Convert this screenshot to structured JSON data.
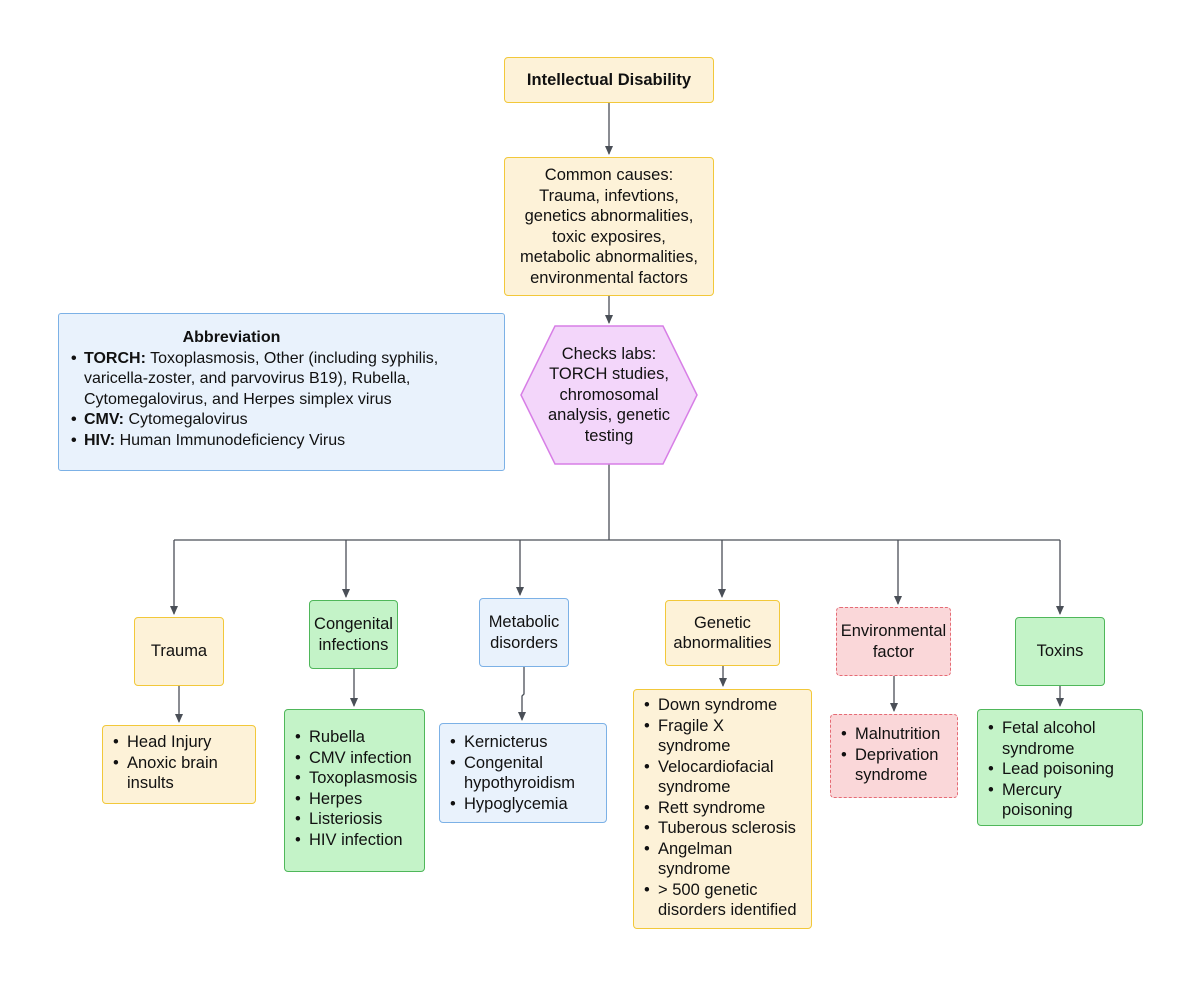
{
  "root": {
    "label": "Intellectual Disability"
  },
  "causes": {
    "lines": [
      "Common causes:",
      "Trauma, infevtions,",
      "genetics abnormalities,",
      "toxic exposires,",
      "metabolic abnormalities,",
      "environmental factors"
    ]
  },
  "labs": {
    "lines": [
      "Checks labs:",
      "TORCH studies,",
      "chromosomal",
      "analysis, genetic",
      "testing"
    ]
  },
  "abbreviation": {
    "title": "Abbreviation",
    "items": [
      {
        "term": "TORCH:",
        "lines": [
          "Toxoplasmosis, Other (including syphilis,",
          "varicella-zoster, and parvovirus B19), Rubella,",
          "Cytomegalovirus, and Herpes simplex virus"
        ]
      },
      {
        "term": "CMV:",
        "lines": [
          "Cytomegalovirus"
        ]
      },
      {
        "term": "HIV:",
        "lines": [
          "Human Immunodeficiency Virus"
        ]
      }
    ]
  },
  "categories": [
    {
      "key": "trauma",
      "label_lines": [
        "Trauma"
      ],
      "items": [
        [
          "Head Injury"
        ],
        [
          "Anoxic brain",
          "insults"
        ]
      ]
    },
    {
      "key": "congenital",
      "label_lines": [
        "Congenital",
        "infections"
      ],
      "items": [
        [
          "Rubella"
        ],
        [
          "CMV infection"
        ],
        [
          "Toxoplasmosis"
        ],
        [
          "Herpes"
        ],
        [
          "Listeriosis"
        ],
        [
          "HIV infection"
        ]
      ]
    },
    {
      "key": "metabolic",
      "label_lines": [
        "Metabolic",
        "disorders"
      ],
      "items": [
        [
          "Kernicterus"
        ],
        [
          "Congenital",
          "hypothyroidism"
        ],
        [
          "Hypoglycemia"
        ]
      ]
    },
    {
      "key": "genetic",
      "label_lines": [
        "Genetic",
        "abnormalities"
      ],
      "items": [
        [
          "Down syndrome"
        ],
        [
          "Fragile X",
          "syndrome"
        ],
        [
          "Velocardiofacial",
          "syndrome"
        ],
        [
          "Rett syndrome"
        ],
        [
          "Tuberous sclerosis"
        ],
        [
          "Angelman",
          "syndrome"
        ],
        [
          "> 500 genetic",
          "disorders identified"
        ]
      ]
    },
    {
      "key": "environmental",
      "label_lines": [
        "Environmental",
        "factor"
      ],
      "items": [
        [
          "Malnutrition"
        ],
        [
          "Deprivation",
          "syndrome"
        ]
      ]
    },
    {
      "key": "toxins",
      "label_lines": [
        "Toxins"
      ],
      "items": [
        [
          "Fetal alcohol",
          "syndrome"
        ],
        [
          "Lead poisoning"
        ],
        [
          "Mercury",
          "poisoning"
        ]
      ]
    }
  ],
  "colors": {
    "yellow_fill": "#fdf2d8",
    "yellow_border": "#f2c83a",
    "green_fill": "#c4f3c8",
    "green_border": "#4fb75a",
    "blue_fill": "#e9f2fc",
    "blue_border": "#7cb1e6",
    "red_fill": "#fad7d9",
    "red_border": "#e56b75",
    "purple_fill": "#f3d6fa",
    "purple_border": "#d77ee6",
    "connector": "#4a4f57"
  }
}
